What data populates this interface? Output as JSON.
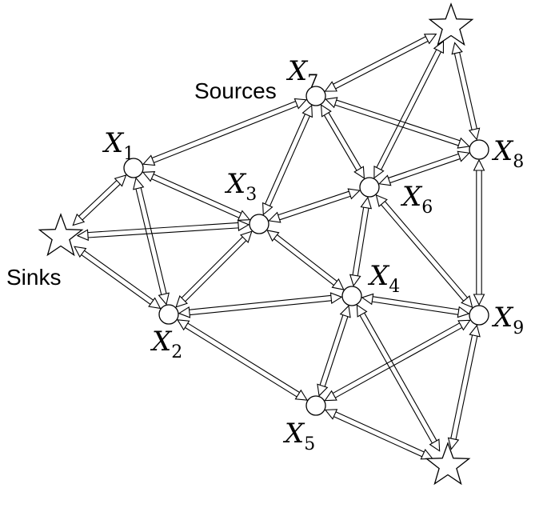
{
  "labels": {
    "sources": "Sources",
    "sinks": "Sinks"
  },
  "nodes": [
    {
      "id": "X1",
      "letter": "X",
      "sub": "1"
    },
    {
      "id": "X2",
      "letter": "X",
      "sub": "2"
    },
    {
      "id": "X3",
      "letter": "X",
      "sub": "3"
    },
    {
      "id": "X4",
      "letter": "X",
      "sub": "4"
    },
    {
      "id": "X5",
      "letter": "X",
      "sub": "5"
    },
    {
      "id": "X6",
      "letter": "X",
      "sub": "6"
    },
    {
      "id": "X7",
      "letter": "X",
      "sub": "7"
    },
    {
      "id": "X8",
      "letter": "X",
      "sub": "8"
    },
    {
      "id": "X9",
      "letter": "X",
      "sub": "9"
    }
  ],
  "stars": [
    "star-top",
    "star-left",
    "star-bottom"
  ],
  "edges": [
    [
      "X1",
      "X2"
    ],
    [
      "X1",
      "X3"
    ],
    [
      "X1",
      "X7"
    ],
    [
      "X1",
      "star-left"
    ],
    [
      "X2",
      "X3"
    ],
    [
      "X2",
      "X4"
    ],
    [
      "X2",
      "X5"
    ],
    [
      "X2",
      "star-left"
    ],
    [
      "X3",
      "X7"
    ],
    [
      "X3",
      "X6"
    ],
    [
      "X3",
      "X4"
    ],
    [
      "X3",
      "star-left"
    ],
    [
      "X4",
      "X5"
    ],
    [
      "X4",
      "X6"
    ],
    [
      "X4",
      "X9"
    ],
    [
      "X4",
      "star-bottom"
    ],
    [
      "X5",
      "X9"
    ],
    [
      "X5",
      "star-bottom"
    ],
    [
      "X6",
      "X7"
    ],
    [
      "X6",
      "X8"
    ],
    [
      "X6",
      "X9"
    ],
    [
      "X6",
      "star-top"
    ],
    [
      "X7",
      "X8"
    ],
    [
      "X7",
      "star-top"
    ],
    [
      "X8",
      "X9"
    ],
    [
      "X8",
      "star-top"
    ],
    [
      "X9",
      "star-bottom"
    ]
  ]
}
